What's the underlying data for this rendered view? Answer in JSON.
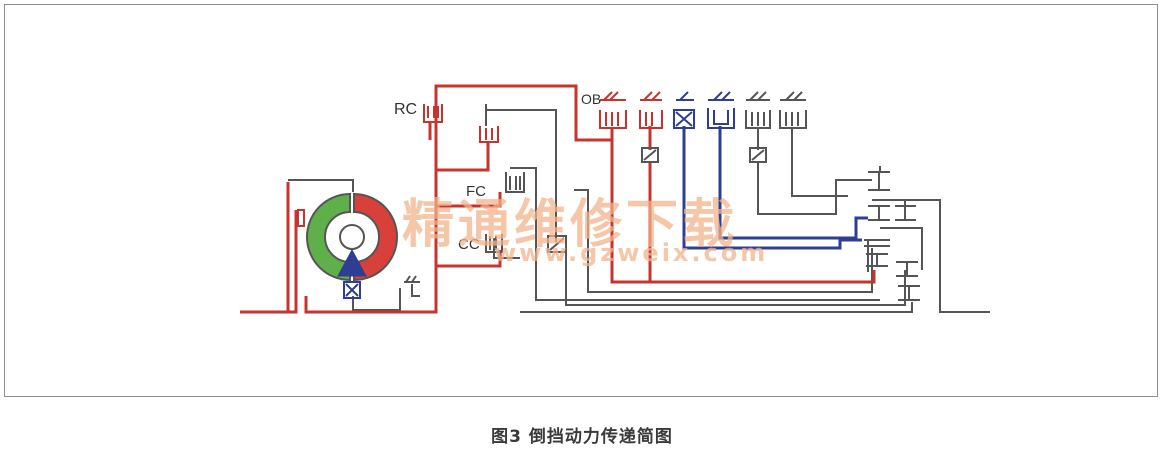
{
  "figure": {
    "caption": "图3  倒挡动力传递简图"
  },
  "labels": {
    "rc": "RC",
    "ob": "OB",
    "fc": "FC",
    "cc": "CC"
  },
  "watermark": {
    "text_cn": "精通维修下载",
    "text_url": "www.gzweix.com"
  },
  "colors": {
    "active_path": "#c8332e",
    "blue_path": "#2e3f93",
    "idle_path": "#555555",
    "converter_green": "#5fb04a",
    "converter_red": "#d8403a",
    "converter_blue": "#2e3f93"
  }
}
